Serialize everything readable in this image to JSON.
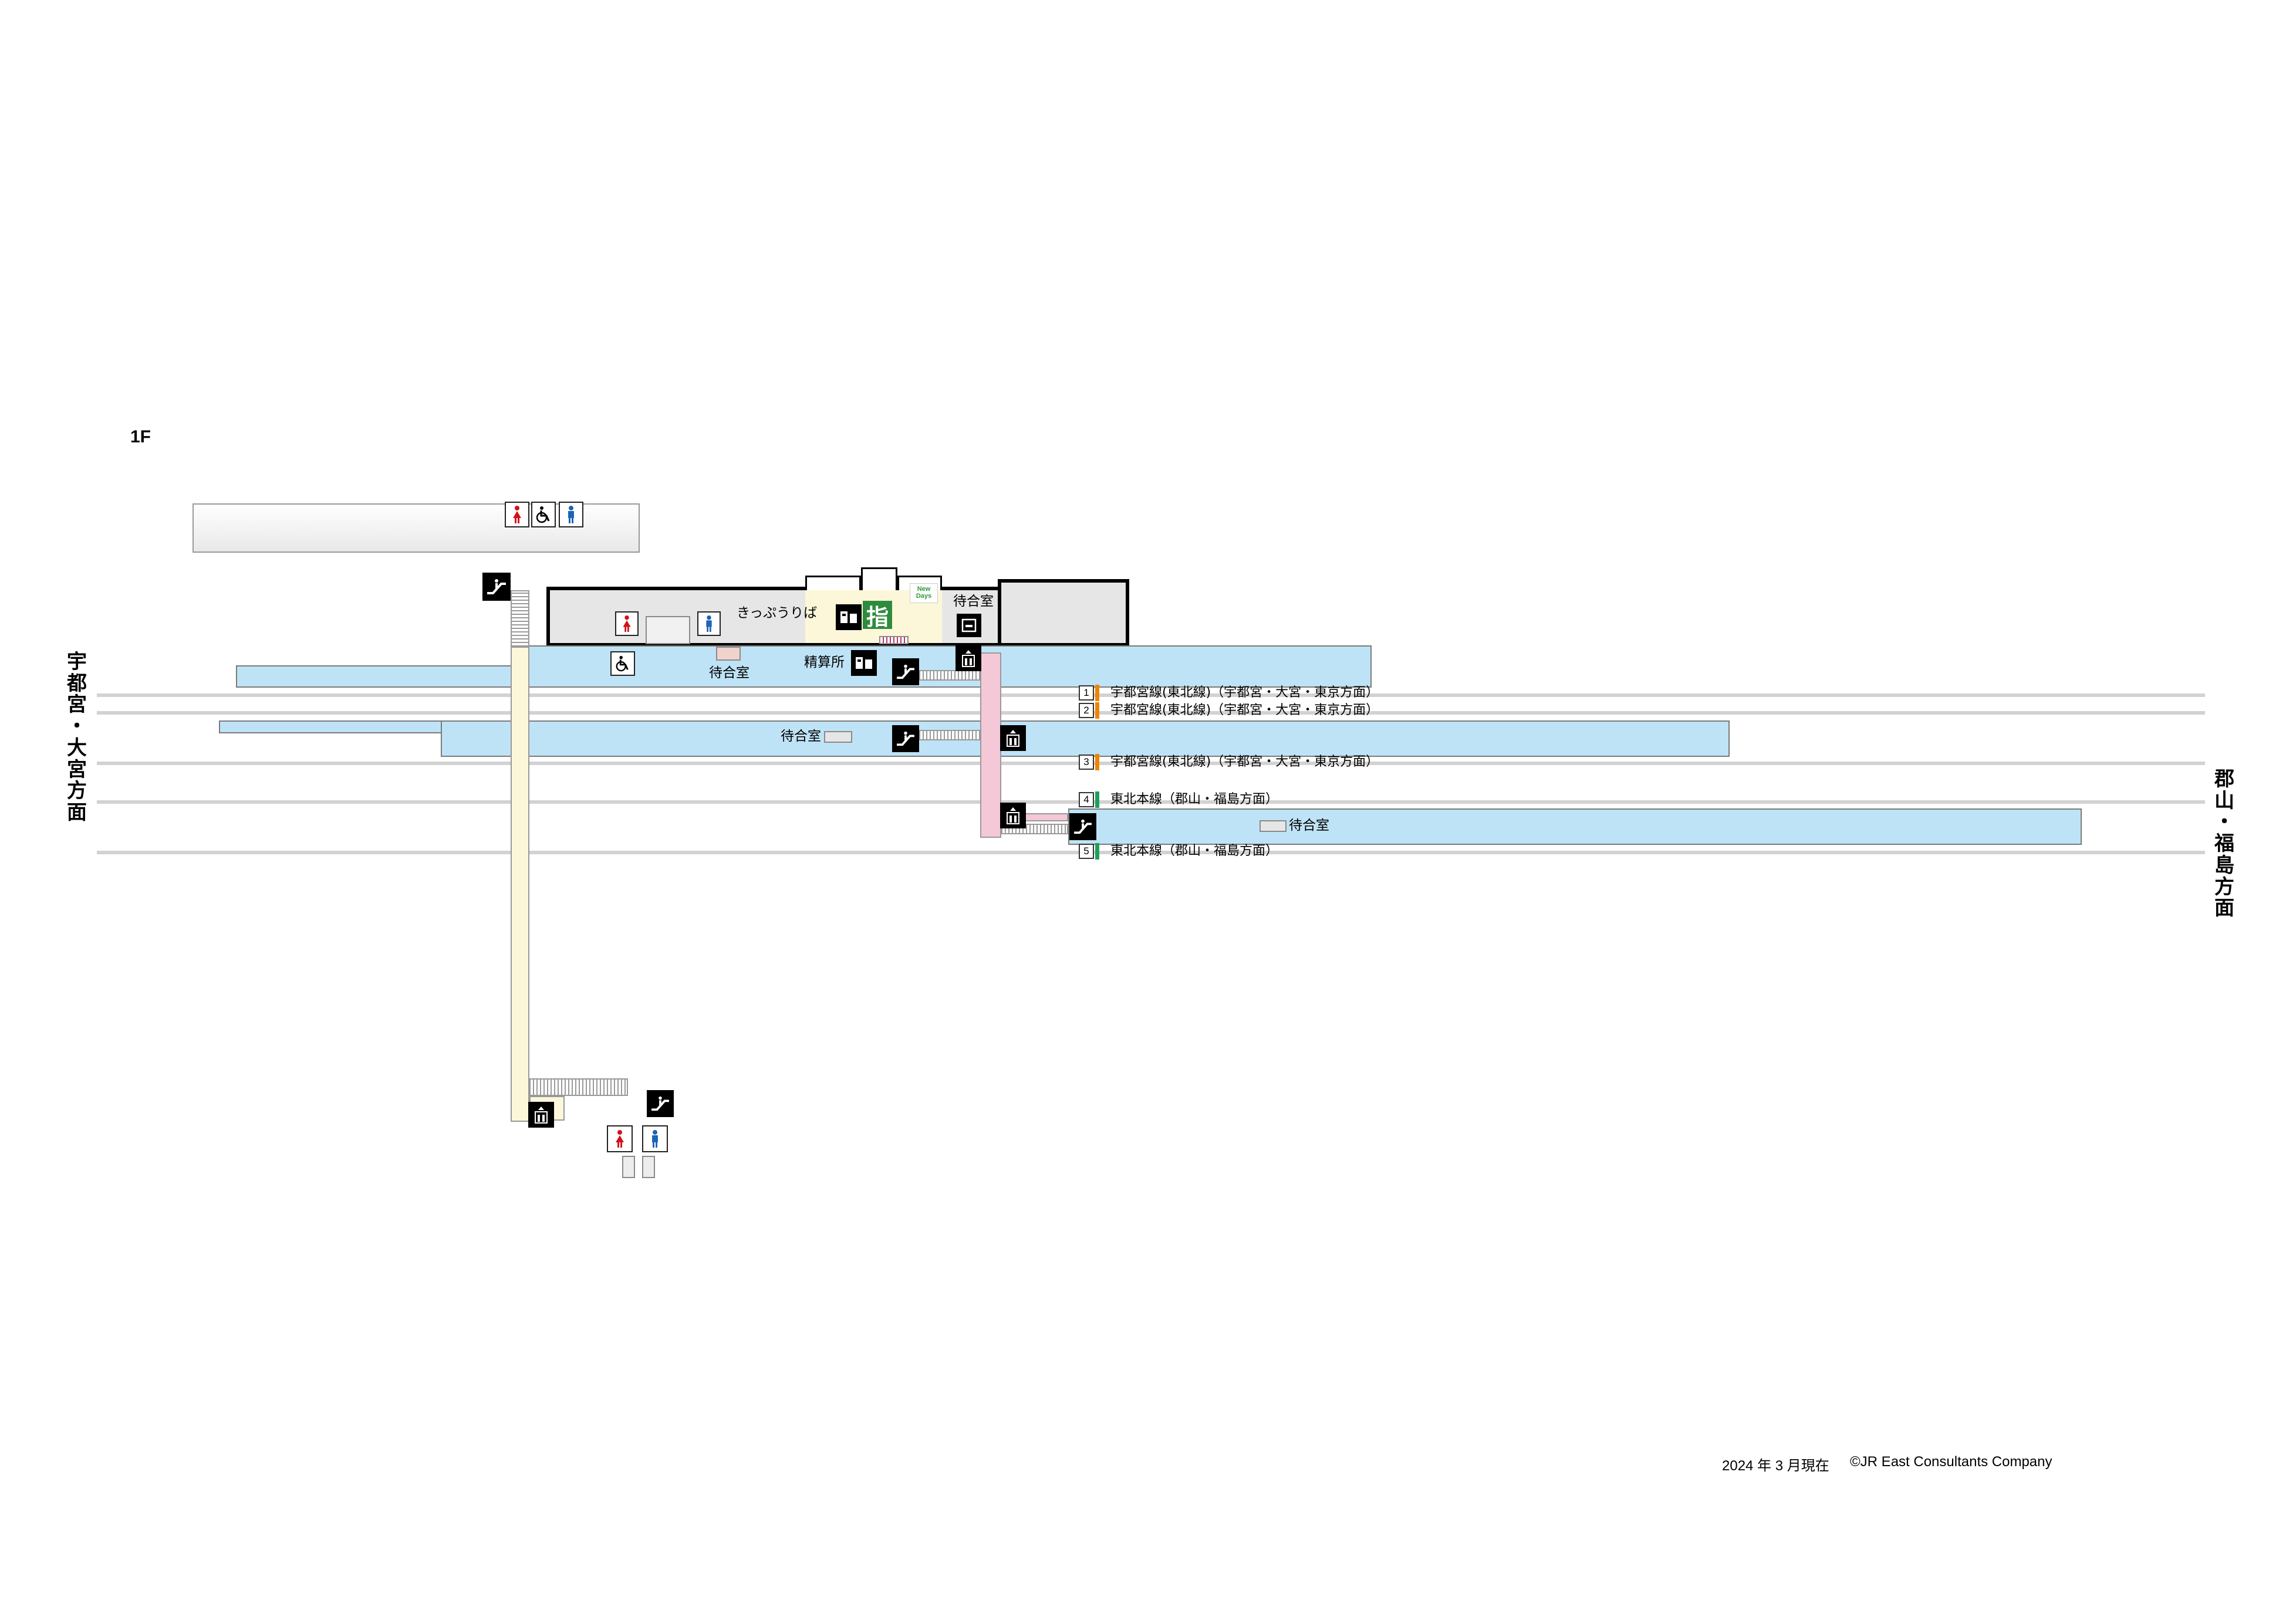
{
  "floor_label": "1F",
  "direction_left": "宇都宮・大宮方面",
  "direction_right": "郡山・福島方面",
  "station": {
    "ticket_office_label": "きっぷうりば",
    "ticket_office_icon_text": "指",
    "fare_adjustment_label": "精算所",
    "waiting_room_label": "待合室",
    "shop_label": "New Days"
  },
  "tracks": [
    {
      "number": "1",
      "line": "宇都宮線(東北線)（宇都宮・大宮・東京方面）",
      "color": "#f08300"
    },
    {
      "number": "2",
      "line": "宇都宮線(東北線)（宇都宮・大宮・東京方面）",
      "color": "#f08300"
    },
    {
      "number": "3",
      "line": "宇都宮線(東北線)（宇都宮・大宮・東京方面）",
      "color": "#f08300"
    },
    {
      "number": "4",
      "line": "東北本線（郡山・福島方面）",
      "color": "#1ea05a"
    },
    {
      "number": "5",
      "line": "東北本線（郡山・福島方面）",
      "color": "#1ea05a"
    }
  ],
  "colors": {
    "platform": "#bfe3f6",
    "north_passage": "#fdf7d9",
    "south_passage": "#f5c8d8",
    "ticket_highlight": "#2e8b3d",
    "female": "#d0121b",
    "male": "#1d64b4"
  },
  "footer": {
    "date": "2024 年 3 月現在",
    "copyright": "©JR East Consultants Company"
  },
  "icons": {
    "toilet_female": "female-toilet-icon",
    "toilet_male": "male-toilet-icon",
    "accessible": "wheelchair-icon",
    "escalator": "escalator-icon",
    "elevator": "elevator-icon",
    "ticket_machine": "ticket-machine-icon",
    "reserved_seat": "reserved-seat-ticket-icon"
  }
}
